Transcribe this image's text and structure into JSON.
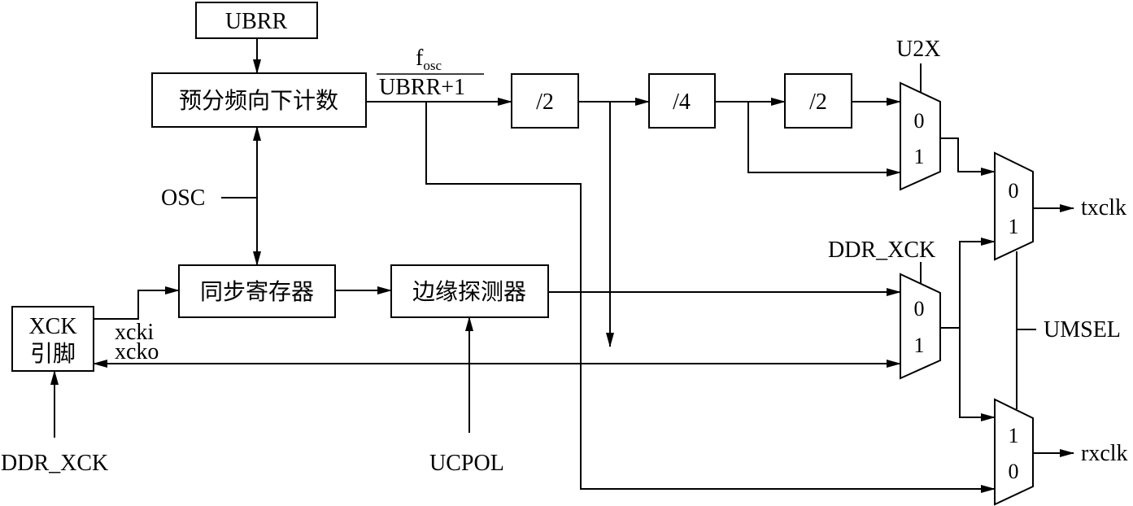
{
  "blocks": {
    "ubrr": "UBRR",
    "prescaler": "预分频向下计数",
    "div2_first": "/2",
    "div4": "/4",
    "div2_second": "/2",
    "sync_register": "同步寄存器",
    "edge_detector": "边缘探测器",
    "xck_pin_line1": "XCK",
    "xck_pin_line2": "引脚"
  },
  "signals": {
    "f_main": "f",
    "f_sub": "osc",
    "f_denominator": "UBRR+1",
    "osc": "OSC",
    "u2x": "U2X",
    "ddr_xck_mux": "DDR_XCK",
    "ddr_xck_pin": "DDR_XCK",
    "ucpol": "UCPOL",
    "umsel": "UMSEL",
    "xcki": "xcki",
    "xcko": "xcko",
    "txclk": "txclk",
    "rxclk": "rxclk"
  },
  "mux_inputs": {
    "u2x_mux": [
      "0",
      "1"
    ],
    "ddr_mux": [
      "0",
      "1"
    ],
    "tx_mux": [
      "0",
      "1"
    ],
    "rx_mux": [
      "1",
      "0"
    ]
  }
}
